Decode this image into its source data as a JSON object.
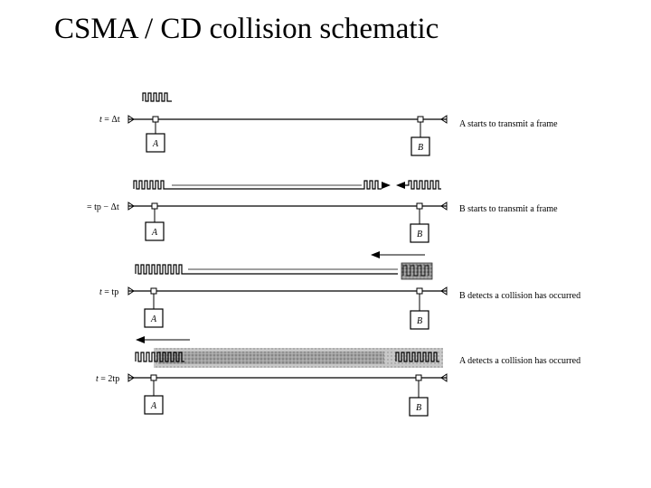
{
  "slide": {
    "title": "CSMA / CD collision schematic"
  },
  "diagram": {
    "node_a_label": "A",
    "node_b_label": "B",
    "panels": [
      {
        "time_prefix": "t",
        "time_expr": "= Δt",
        "description": "A starts to transmit a frame"
      },
      {
        "time_prefix": "",
        "time_expr": "= tp − Δt",
        "description": "B starts to transmit a frame"
      },
      {
        "time_prefix": "t",
        "time_expr": "= tp",
        "description": "B detects a collision has occurred"
      },
      {
        "time_prefix": "t",
        "time_expr": "= 2tp",
        "description": "A detects a collision has occurred"
      }
    ]
  },
  "colors": {
    "line": "#000000",
    "collision_fill": "#8a8a8a",
    "collision_light": "#c4c4c4"
  }
}
